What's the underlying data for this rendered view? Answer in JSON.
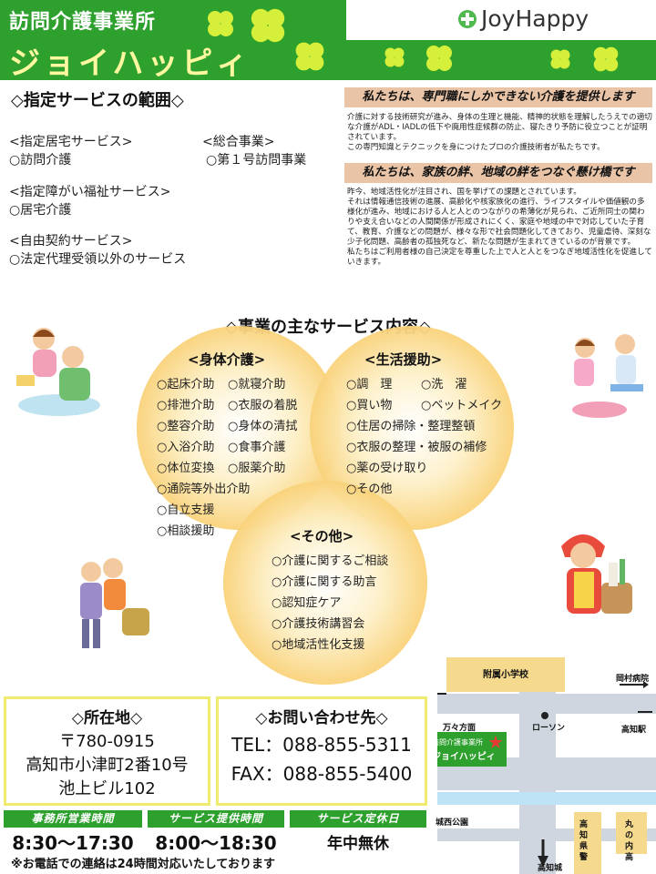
{
  "header": {
    "org_type": "訪問介護事業所",
    "brand_name": "ジョイハッピィ",
    "logo_text": "JoyHappy"
  },
  "scope": {
    "title": "◇指定サービスの範囲◇",
    "home_care": "<指定居宅サービス>",
    "home_care_item": "○訪問介護",
    "general": "<総合事業>",
    "general_item": "○第１号訪問事業",
    "disability": "<指定障がい福祉サービス>",
    "disability_item": "○居宅介護",
    "free": "<自由契約サービス>",
    "free_item": "○法定代理受領以外のサービス"
  },
  "mission": {
    "banner1": "私たちは、専門職にしかできない介護を提供します",
    "para1": "介護に対する技術研究が進み、身体の生理と機能、精神的状態を理解したうえでの適切な介護がADL・IADLの低下や廃用性症候群の防止、寝たきり予防に役立つことが証明されています。\nこの専門知識とテクニックを身につけたプロの介護技術者が私たちです。",
    "banner2": "私たちは、家族の絆、地域の絆をつなぐ懸け橋です",
    "para2": "昨今、地域活性化が注目され、国を挙げての課題とされています。\nそれは情報通信技術の進展、高齢化や核家族化の進行、ライフスタイルや価値観の多様化が進み、地域における人と人とのつながりの希薄化が見られ、ご近所同士の関わりや支え合いなどの人間関係が形成されにくく、家庭や地域の中で対応していた子育て、教育、介護などの問題が、様々な形で社会問題化してきており、児童虐待、深刻な少子化問題、高齢者の孤独死など、新たな問題が生まれてきているのが背景です。\n私たちはご利用者様の自己決定を尊重した上で人と人とをつなぎ地域活性化を促進していきます。"
  },
  "services": {
    "title": "◇事業の主なサービス内容◇",
    "physical": {
      "title": "<身体介護>",
      "items": [
        "○起床介助",
        "○就寝介助",
        "○排泄介助",
        "○衣服の着脱",
        "○整容介助",
        "○身体の清拭",
        "○入浴介助",
        "○食事介護",
        "○体位変換",
        "○服薬介助",
        "○通院等外出介助",
        "○自立支援",
        "○相談援助"
      ]
    },
    "life": {
      "title": "<生活援助>",
      "items": [
        "○調　理",
        "○洗　濯",
        "○買い物",
        "○ベットメイク",
        "○住居の掃除・整理整頓",
        "○衣服の整理・被服の補修",
        "○薬の受け取り",
        "○その他"
      ]
    },
    "other": {
      "title": "<その他>",
      "items": [
        "○介護に関するご相談",
        "○介護に関する助言",
        "○認知症ケア",
        "○介護技術講習会",
        "○地域活性化支援"
      ]
    }
  },
  "address": {
    "title": "◇所在地◇",
    "postal": "〒780-0915",
    "line1": "高知市小津町2番10号",
    "line2": "池上ビル102"
  },
  "contact": {
    "title": "◇お問い合わせ先◇",
    "tel": "TEL：088-855-5311",
    "fax": "FAX：088-855-5400"
  },
  "hours": {
    "office_label": "事務所営業時間",
    "office_value": "8:30〜17:30",
    "service_label": "サービス提供時間",
    "service_value": "8:00〜18:30",
    "holiday_label": "サービス定休日",
    "holiday_value": "年中無休",
    "note": "※お電話での連絡は24時間対応いたしております"
  },
  "map": {
    "school": "附属小学校",
    "hospital": "岡村病院",
    "manbu": "万々方面",
    "lawson": "ローソン",
    "kochi_dir": "高知駅",
    "office_label1": "訪問介護事業所",
    "office_label2": "ジョイハッピィ",
    "park": "城西公園",
    "pref_police": "高知県警",
    "marunouchi": "丸の内高",
    "castle": "高知城"
  },
  "colors": {
    "green": "#2ea02e",
    "banner": "#e9c4a6",
    "circle": "#fbd97a",
    "box_border": "#f0ea6e"
  }
}
